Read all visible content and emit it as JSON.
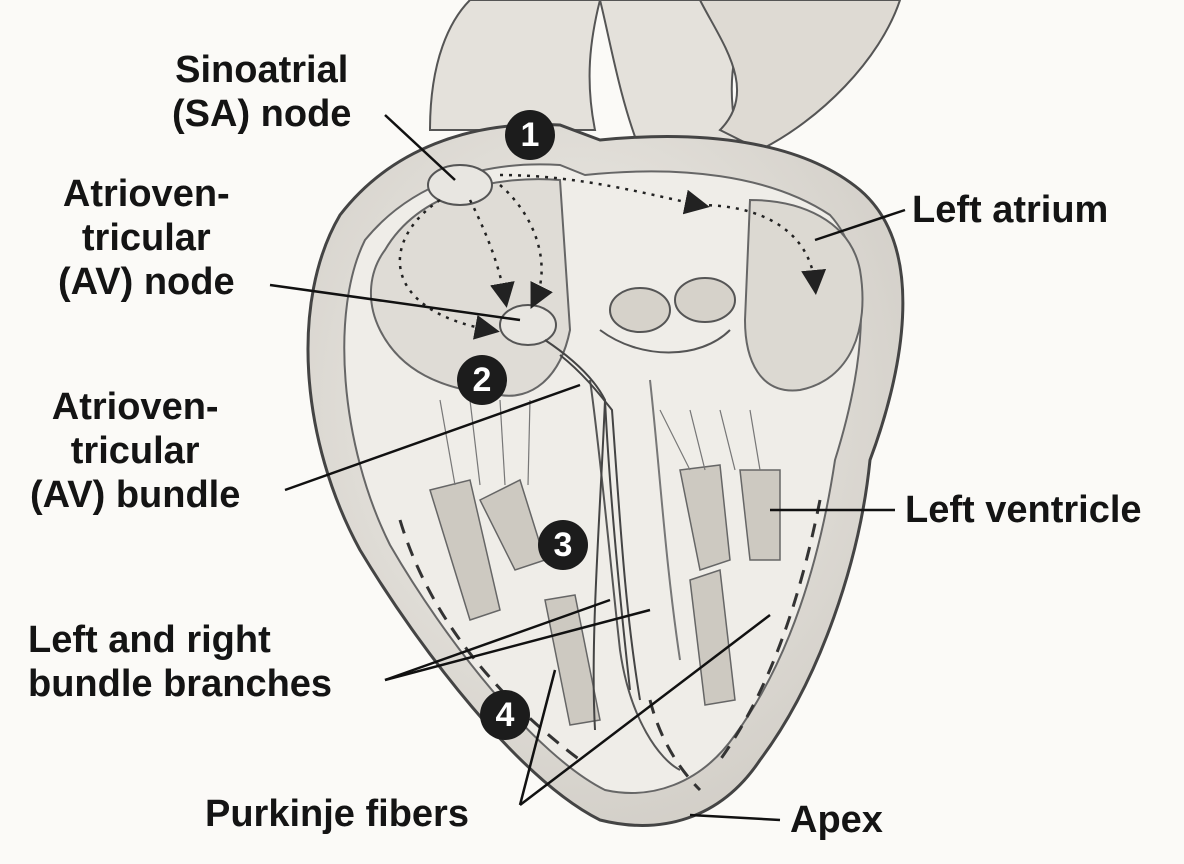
{
  "labels": {
    "sa_node": "Sinoatrial\n(SA) node",
    "av_node": "Atrioven-\ntricular\n(AV) node",
    "av_bundle": "Atrioven-\ntricular\n(AV) bundle",
    "bundle_branches": "Left and right\nbundle branches",
    "purkinje": "Purkinje fibers",
    "left_atrium": "Left atrium",
    "left_ventricle": "Left ventricle",
    "apex": "Apex"
  },
  "markers": [
    "1",
    "2",
    "3",
    "4"
  ],
  "colors": {
    "background": "#fbfaf7",
    "ink": "#141414",
    "pencil": "#555555",
    "shade": "#c9c6c0",
    "marker": "#1c1c1c"
  }
}
